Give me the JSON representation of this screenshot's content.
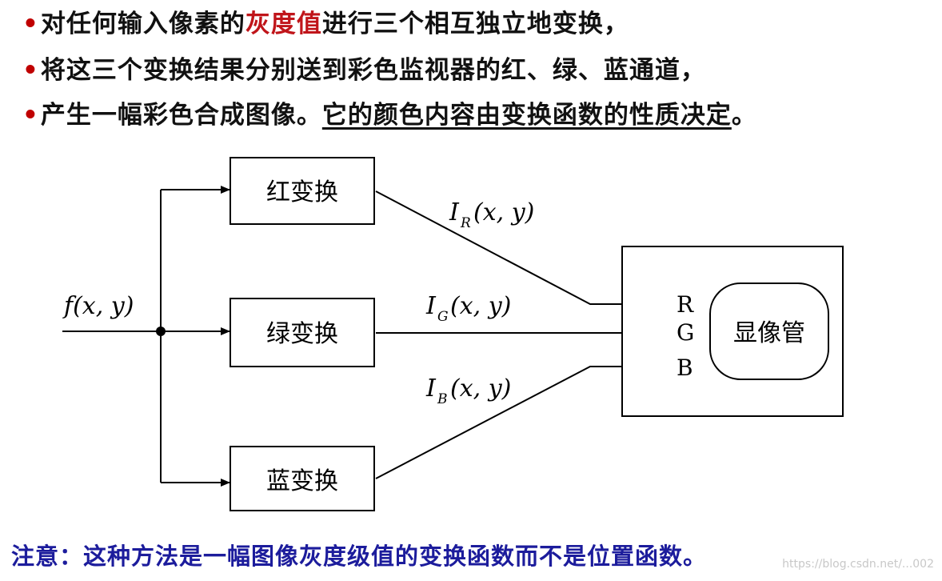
{
  "bullets": {
    "bullet_char": "•",
    "line1_a": "对任何输入像素的",
    "line1_red": "灰度值",
    "line1_b": "进行三个相互独立地变换，",
    "line2": "将这三个变换结果分别送到彩色监视器的红、绿、蓝通道，",
    "line3_a": "产生一幅彩色合成图像。",
    "line3_underlined": "它的颜色内容由变换函数的性质决定",
    "line3_end": "。"
  },
  "diagram": {
    "input_label": "f(x, y)",
    "red_box": "红变换",
    "green_box": "绿变换",
    "blue_box": "蓝变换",
    "ir_main": "I",
    "ir_sub": "R",
    "ig_main": "I",
    "ig_sub": "G",
    "ib_main": "I",
    "ib_sub": "B",
    "args": "(x, y)",
    "channel_r": "R",
    "channel_g": "G",
    "channel_b": "B",
    "display_label": "显像管"
  },
  "note": "注意：这种方法是一幅图像灰度级值的变换函数而不是位置函数。",
  "watermark": "https://blog.csdn.net/...002",
  "colors": {
    "highlight_red": "#c0151a",
    "note_blue": "#1c1c9c"
  }
}
